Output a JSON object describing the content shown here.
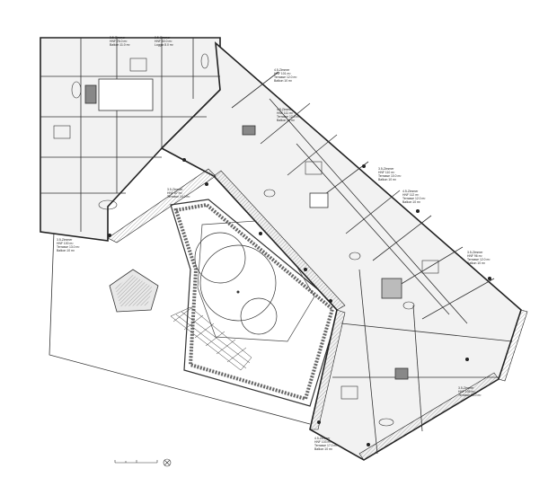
{
  "plan": {
    "unit_labels": [
      {
        "type": "3.5-Zimmer",
        "area": "HNF 76.0 m²",
        "extra": "Balkon 11.0 m²"
      },
      {
        "type": "2.5-Zimmer",
        "area": "HNF 60.0 m²",
        "extra": "Loggia 8.0 m²"
      },
      {
        "type": "4.5-Zimmer",
        "area": "HNF 101 m²",
        "extra": "Terrasse 12.0 m²",
        "extra2": "Balkon 10 m²"
      },
      {
        "type": "4.5-Zimmer",
        "area": "HNF 111 m²",
        "extra": "Terrasse 12.0 m²",
        "extra2": "Balkon 10 m²"
      },
      {
        "type": "3.5-Zimmer",
        "area": "HNF 110 m²",
        "extra": "Terrasse 10.0 m²",
        "extra2": "Balkon 10 m²"
      },
      {
        "type": "4.5-Zimmer",
        "area": "HNF 112 m²",
        "extra": "Terrasse 12.0 m²",
        "extra2": "Balkon 10 m²"
      },
      {
        "type": "3.5-Zimmer",
        "area": "HNF 96 m²",
        "extra": "Terrasse 12.0 m²",
        "extra2": "Balkon 10 m²"
      },
      {
        "type": "3.5-Zimmer",
        "area": "HNF 105 m²",
        "extra": "Terrasse 13.0 m²"
      },
      {
        "type": "4.5-Zimmer",
        "area": "HNF 103 m²",
        "extra": "Terrasse 17.0 m²",
        "extra2": "Balkon 10 m²"
      },
      {
        "type": "3.5-Zimmer",
        "area": "HNF 100 m²",
        "extra": "Terrasse 13.0 m²",
        "extra2": "Balkon 10 m²"
      },
      {
        "type": "3.5-Zimmer",
        "area": "HNF 87 m²",
        "extra": "Terrasse 14.0 m²"
      }
    ]
  }
}
